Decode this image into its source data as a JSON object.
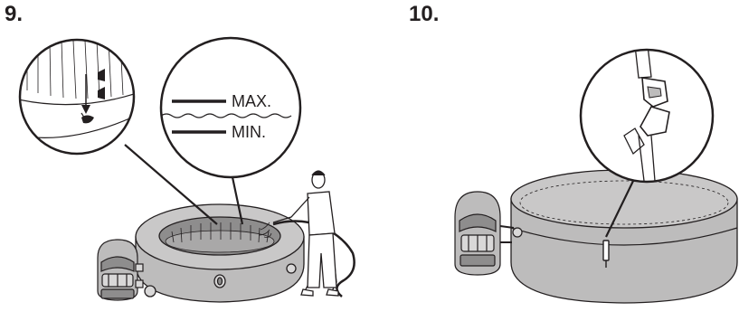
{
  "steps": [
    {
      "number": "9.",
      "labels": {
        "max": "MAX.",
        "min": "MIN."
      }
    },
    {
      "number": "10."
    }
  ],
  "icons": {
    "step9": [
      "spa-tub-icon",
      "pump-unit-icon",
      "person-filling-icon",
      "water-hose-icon",
      "drain-valve-icon",
      "water-level-icon"
    ],
    "step10": [
      "covered-spa-icon",
      "pump-unit-icon",
      "cover-buckle-icon",
      "cover-strap-icon"
    ]
  },
  "colors": {
    "ink": "#231f20",
    "tub_fill": "#bdbcbc",
    "tub_dark": "#8e8d8d",
    "tub_light": "#d9d8d8"
  }
}
